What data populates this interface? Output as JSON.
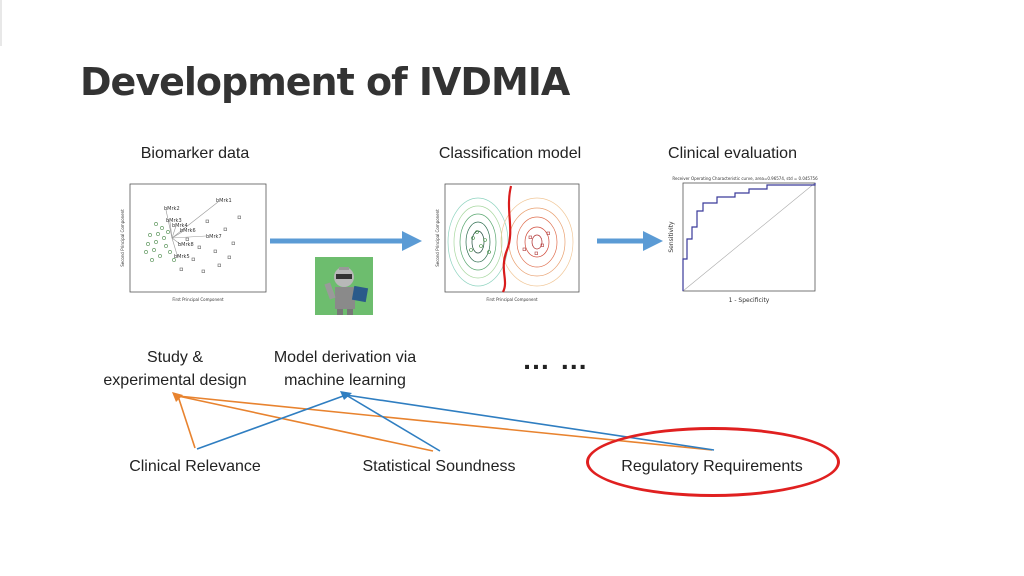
{
  "slide": {
    "title": "Development of IVDMIA"
  },
  "stages": {
    "biomarker": "Biomarker data",
    "classification": "Classification model",
    "evaluation": "Clinical evaluation"
  },
  "steps": {
    "study_line1": "Study &",
    "study_line2": "experimental design",
    "model_line1": "Model derivation via",
    "model_line2": "machine learning",
    "ellipsis": "… …"
  },
  "requirements": {
    "clinical": "Clinical Relevance",
    "statistical": "Statistical Soundness",
    "regulatory": "Regulatory Requirements"
  },
  "colors": {
    "arrow_blue": "#5b9bd5",
    "orange": "#e8832f",
    "blue": "#2f7ec1",
    "highlight": "#e02020"
  },
  "plots": {
    "biomarker_labels": [
      "bMrk1",
      "bMrk2",
      "bMrk3",
      "bMrk4",
      "bMrk5",
      "bMrk6",
      "bMrk7",
      "bMrk8"
    ],
    "roc_title": "Receiver Operating Characteristic curve, area=0.96574, std = 0.045756",
    "roc_xlabel": "1 - Specificity",
    "roc_ylabel": "Sensitivity",
    "pca_xlabel": "First Principal Component",
    "pca_ylabel": "Second Principal Component"
  }
}
